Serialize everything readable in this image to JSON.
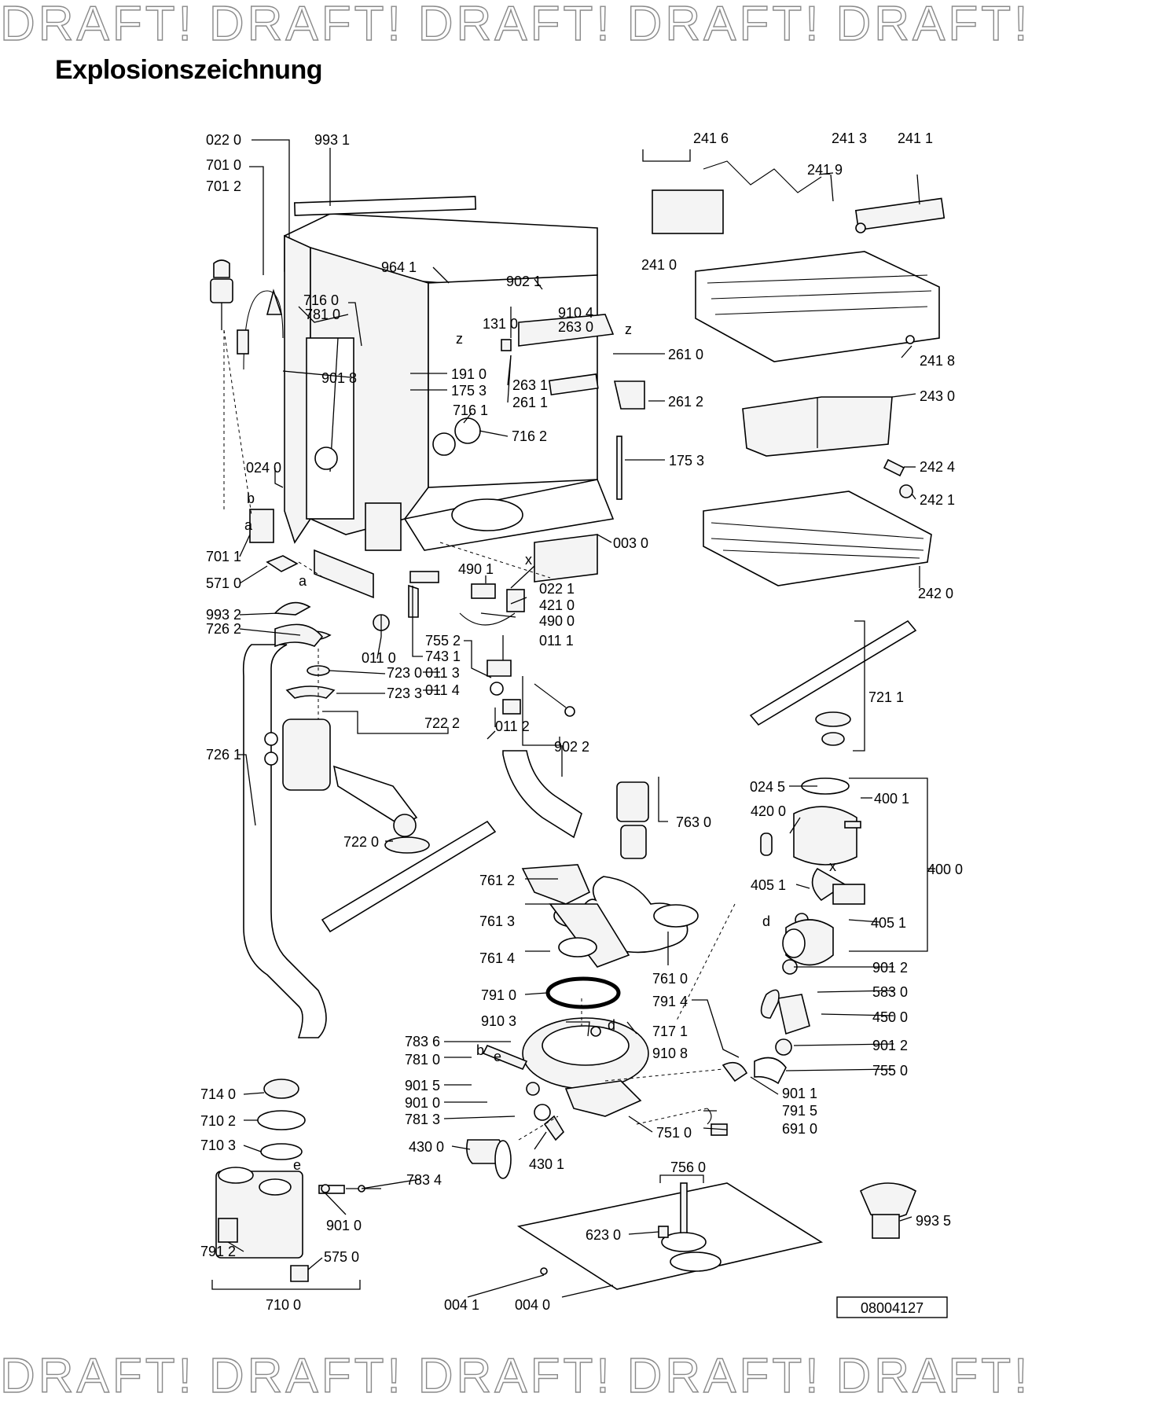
{
  "watermark": "DRAFT!",
  "title": "Explosionszeichnung",
  "reference_number": "08004127",
  "callout_letters": {
    "a": "a",
    "b": "b",
    "d": "d",
    "e": "e",
    "x": "x",
    "z": "z"
  },
  "labels": {
    "p0220": "022 0",
    "p9931": "993 1",
    "p7010": "701 0",
    "p7012": "701 2",
    "p9641": "964 1",
    "p9021": "902 1",
    "p7160": "716 0",
    "p7810": "781 0",
    "p1310": "131 0",
    "p9104": "910 4",
    "p2630": "263 0",
    "p2610": "261 0",
    "p9018": "901 8",
    "p1910": "191 0",
    "p1753a": "175 3",
    "p2631": "263 1",
    "p2611": "261 1",
    "p2612": "261 2",
    "p7161": "716 1",
    "p7162": "716 2",
    "p1753b": "175 3",
    "p0240": "024 0",
    "p0030": "003 0",
    "p7011": "701 1",
    "p4901": "490 1",
    "p0221": "022 1",
    "p5710": "571 0",
    "p4210": "421 0",
    "p9932": "993 2",
    "p4900": "490 0",
    "p7262": "726 2",
    "p7552": "755 2",
    "p0111": "011 1",
    "p0110": "011 0",
    "p7431": "743 1",
    "p7230": "723 0",
    "p0113": "011 3",
    "p0114": "011 4",
    "p7233": "723 3",
    "p7222": "722 2",
    "p0112": "011 2",
    "p9022": "902 2",
    "p7261": "726 1",
    "p7220": "722 0",
    "p2416": "241 6",
    "p2413": "241 3",
    "p2411": "241 1",
    "p2419": "241 9",
    "p2410": "241 0",
    "p2418": "241 8",
    "p2430": "243 0",
    "p2424": "242 4",
    "p2421": "242 1",
    "p2420": "242 0",
    "p7211": "721 1",
    "p0245": "024 5",
    "p4001": "400 1",
    "p4200": "420 0",
    "p7630": "763 0",
    "p4000": "400 0",
    "p4051a": "405 1",
    "p4051b": "405 1",
    "p7612": "761 2",
    "p7613": "761 3",
    "p7614": "761 4",
    "p7610": "761 0",
    "p9012a": "901 2",
    "p5830": "583 0",
    "p7910": "791 0",
    "p7914": "791 4",
    "p4500": "450 0",
    "p9103": "910 3",
    "p7171": "717 1",
    "p9012b": "901 2",
    "p7836": "783 6",
    "p9108": "910 8",
    "p7550": "755 0",
    "p7810b": "781 0",
    "p9015": "901 5",
    "p9011": "901 1",
    "p9010": "901 0",
    "p7915": "791 5",
    "p7813": "781 3",
    "p7510": "751 0",
    "p6910": "691 0",
    "p7140": "714 0",
    "p7102": "710 2",
    "p4300": "430 0",
    "p4301": "430 1",
    "p7103": "710 3",
    "p7834": "783 4",
    "p7560": "756 0",
    "p9010b": "901 0",
    "p6230": "623 0",
    "p9935": "993 5",
    "p7912": "791 2",
    "p5750": "575 0",
    "p0041": "004 1",
    "p0040": "004 0",
    "p7100": "710 0"
  }
}
